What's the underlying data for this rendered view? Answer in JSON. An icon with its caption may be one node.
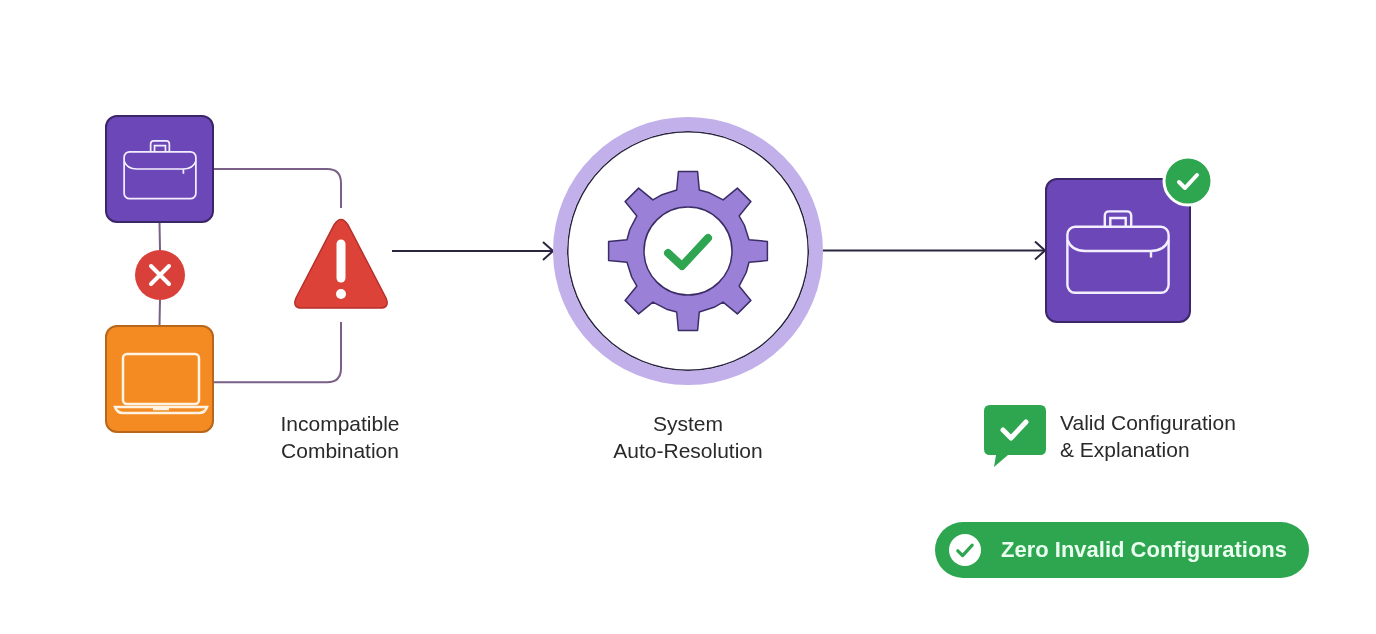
{
  "diagram": {
    "nodes": [
      {
        "text": [],
        "shape": "box"
      },
      {
        "text": [],
        "shape": "circle"
      },
      {
        "text": [],
        "shape": "box"
      },
      {
        "text": [],
        "shape": "triangle"
      },
      {
        "text": [],
        "shape": "circle"
      },
      {
        "text": [],
        "shape": "box"
      },
      {
        "text": [
          "Zero Invalid Configurations"
        ]
      }
    ],
    "edges": [
      {
        "from": 0,
        "to": 1,
        "arrow": "none"
      },
      {
        "from": 1,
        "to": 2,
        "arrow": "none"
      },
      {
        "from": 0,
        "to": 3,
        "arrow": "none"
      },
      {
        "from": 2,
        "to": 3,
        "arrow": "none"
      },
      {
        "from": 3,
        "to": 4,
        "arrow": "to",
        "color": "#2b2540"
      },
      {
        "from": 4,
        "to": 5,
        "arrow": "to",
        "color": "#2b2540"
      }
    ],
    "labels": [
      "Incompatible Combination",
      "System Auto-Resolution",
      "Valid Configuration & Explanation"
    ]
  }
}
